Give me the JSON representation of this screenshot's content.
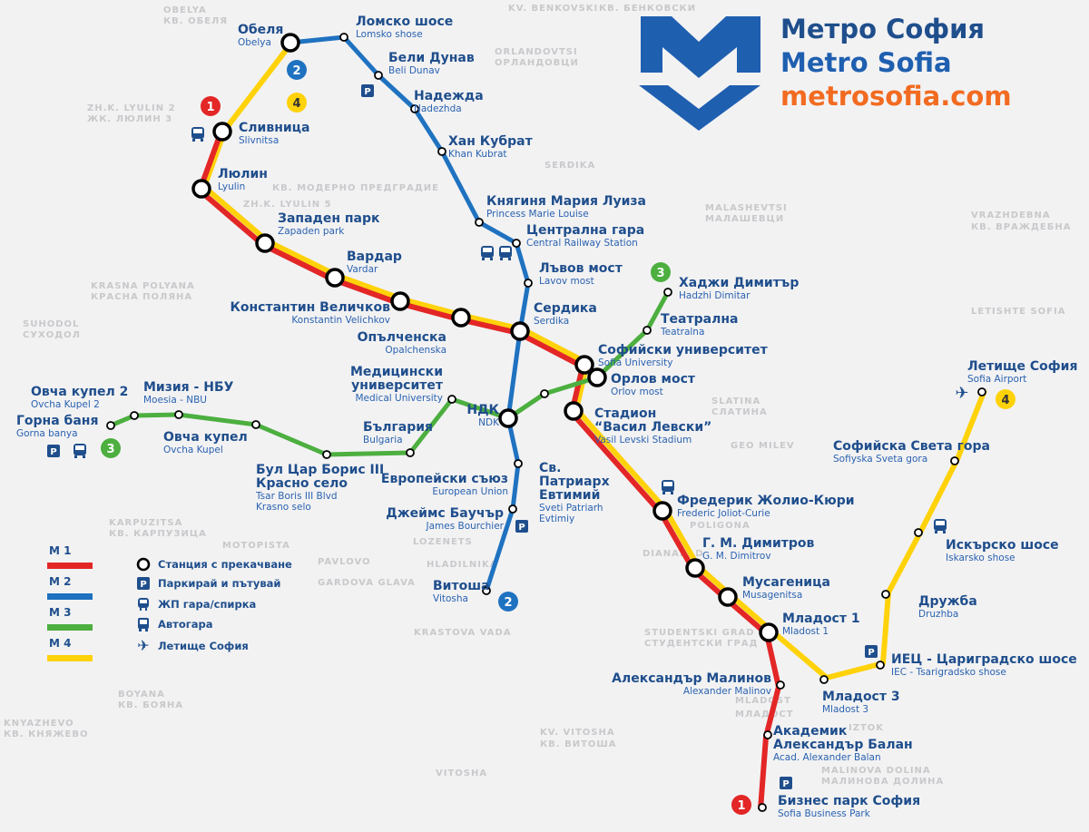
{
  "brand": {
    "title_bg": "Метро София",
    "title_en": "Metro Sofia",
    "url": "metrosofia.com",
    "colors": {
      "blue": "#1f5fb0",
      "navy": "#1f4e8c",
      "orange": "#f26b21"
    }
  },
  "lines": [
    {
      "id": "M1",
      "label": "M 1",
      "color": "#e32626"
    },
    {
      "id": "M2",
      "label": "M 2",
      "color": "#1f72c0"
    },
    {
      "id": "M3",
      "label": "M 3",
      "color": "#4caf3f"
    },
    {
      "id": "M4",
      "label": "M 4",
      "color": "#ffd20a"
    }
  ],
  "legend": {
    "transfer": "Станция с прекачване",
    "park_ride": "Паркирай и пътувай",
    "rail": "ЖП гара/спирка",
    "bus": "Автогара",
    "airport": "Летище София"
  },
  "badges": [
    "1",
    "2",
    "4",
    "3",
    "3",
    "4",
    "2",
    "1"
  ],
  "stations": [
    {
      "id": "obelya",
      "bg": "Обеля",
      "en": "Obelya"
    },
    {
      "id": "lomsko",
      "bg": "Ломско шосе",
      "en": "Lomsko shose"
    },
    {
      "id": "belidunav",
      "bg": "Бели Дунав",
      "en": "Beli Dunav"
    },
    {
      "id": "nadezhda",
      "bg": "Надежда",
      "en": "Nadezhda"
    },
    {
      "id": "khankubrat",
      "bg": "Хан Кубрат",
      "en": "Khan Kubrat"
    },
    {
      "id": "marieluise",
      "bg": "Княгиня Мария Луиза",
      "en": "Princess Marie Louise"
    },
    {
      "id": "central",
      "bg": "Централна гара",
      "en": "Central Railway Station"
    },
    {
      "id": "lavov",
      "bg": "Лъвов мост",
      "en": "Lavov most"
    },
    {
      "id": "serdika",
      "bg": "Сердика",
      "en": "Serdika"
    },
    {
      "id": "ndk",
      "bg": "НДК",
      "en": "NDK"
    },
    {
      "id": "eu",
      "bg": "Европейски съюз",
      "en": "European Union"
    },
    {
      "id": "bourchier",
      "bg": "Джеймс Баучър",
      "en": "James Bourchier"
    },
    {
      "id": "vitosha",
      "bg": "Витоша",
      "en": "Vitosha"
    },
    {
      "id": "slivnitsa",
      "bg": "Сливница",
      "en": "Slivnitsa"
    },
    {
      "id": "lyulin",
      "bg": "Люлин",
      "en": "Lyulin"
    },
    {
      "id": "zapaden",
      "bg": "Западен парк",
      "en": "Zapaden park"
    },
    {
      "id": "vardar",
      "bg": "Вардар",
      "en": "Vardar"
    },
    {
      "id": "velichkov",
      "bg": "Константин Величков",
      "en": "Konstantin Velichkov"
    },
    {
      "id": "opalchenska",
      "bg": "Опълченска",
      "en": "Opalchenska"
    },
    {
      "id": "university",
      "bg": "Софийски университет",
      "en": "Sofia University"
    },
    {
      "id": "stadion",
      "bg": "Стадион",
      "bg2": "“Васил Левски”",
      "en": "Vasil Levski Stadium"
    },
    {
      "id": "joliot",
      "bg": "Фредерик Жолио-Кюри",
      "en": "Frederic Joliot-Curie"
    },
    {
      "id": "gmdimitrov",
      "bg": "Г. М. Димитров",
      "en": "G. M. Dimitrov"
    },
    {
      "id": "musagenitsa",
      "bg": "Мусагеница",
      "en": "Musagenitsa"
    },
    {
      "id": "mladost1",
      "bg": "Младост 1",
      "en": "Mladost 1"
    },
    {
      "id": "malinov",
      "bg": "Александър Малинов",
      "en": "Alexander Malinov"
    },
    {
      "id": "balan",
      "bg": "Академик",
      "bg2": "Александър Балан",
      "en": "Acad. Alexander Balan"
    },
    {
      "id": "bizpark",
      "bg": "Бизнес парк София",
      "en": "Sofia Business Park"
    },
    {
      "id": "mladost3",
      "bg": "Младост 3",
      "en": "Mladost 3"
    },
    {
      "id": "iec",
      "bg": "ИЕЦ - Цариградско шосе",
      "en": "IEC - Tsarigradsko shose"
    },
    {
      "id": "druzhba",
      "bg": "Дружба",
      "en": "Druzhba"
    },
    {
      "id": "iskarsko",
      "bg": "Искърско шосе",
      "en": "Iskarsko shose"
    },
    {
      "id": "svetagora",
      "bg": "Софийска Света гора",
      "en": "Sofiyska Sveta gora"
    },
    {
      "id": "airport",
      "bg": "Летище София",
      "en": "Sofia Airport"
    },
    {
      "id": "gornabanya",
      "bg": "Горна баня",
      "en": "Gorna banya"
    },
    {
      "id": "ovchakupel2",
      "bg": "Овча купел 2",
      "en": "Ovcha Kupel 2"
    },
    {
      "id": "moesia",
      "bg": "Мизия - НБУ",
      "en": "Moesia - NBU"
    },
    {
      "id": "ovchakupel",
      "bg": "Овча купел",
      "en": "Ovcha Kupel"
    },
    {
      "id": "borisiii",
      "bg": "Бул Цар Борис III",
      "bg2": "Красно село",
      "en": "Tsar Boris III Blvd",
      "en2": "Krasno selo"
    },
    {
      "id": "bulgaria",
      "bg": "България",
      "en": "Bulgaria"
    },
    {
      "id": "meduni",
      "bg": "Медицински",
      "bg2": "университет",
      "en": "Medical University"
    },
    {
      "id": "evtimiy",
      "bg": "Св.",
      "bg2": "Патриарх",
      "bg3": "Евтимий",
      "en": "Sveti Patriarh",
      "en2": "Evtimiy"
    },
    {
      "id": "orlov",
      "bg": "Орлов мост",
      "en": "Orlov most"
    },
    {
      "id": "teatralna",
      "bg": "Театрална",
      "en": "Teatralna"
    },
    {
      "id": "hadzhi",
      "bg": "Хаджи Димитър",
      "en": "Hadzhi Dimitar"
    }
  ],
  "districts": [
    "OBELYA",
    "КВ. ОБЕЛЯ",
    "ZH.K. LYULIN 2",
    "ЖК. ЛЮЛИН 3",
    "КВ. МОДЕРНО ПРЕДГРАДИЕ",
    "ORLANDOVTSI",
    "ОРЛАНДОВЦИ",
    "KV. BENKOVSKI",
    "КВ. БЕНКОВСКИ",
    "SERDIKA",
    "MALASHEVTSI",
    "МАЛАШЕВЦИ",
    "VRAZHDEBNA",
    "КВ. ВРАЖДЕБНА",
    "LETISHTE SOFIA",
    "SLATINA",
    "СЛАТИНА",
    "GEO MILEV",
    "KRASNA POLYANA",
    "КРАСНА ПОЛЯНА",
    "SUHODOL",
    "СУХОДОЛ",
    "KARPUZITSA",
    "КВ. КАРПУЗИЦА",
    "MOTOPISTA",
    "PAVLOVO",
    "GARDOVA GLAVA",
    "KNYAZHEVO",
    "КВ. КНЯЖЕВО",
    "BOYANA",
    "КВ. БОЯНА",
    "LOZENETS",
    "HLADILNIKA",
    "DIANABAD",
    "STUDENTSKI GRAD",
    "СТУДЕНТСКИ ГРАД",
    "MLADOST",
    "МЛАДОСТ",
    "IZTOK",
    "MALINOVA DOLINA",
    "МАЛИНОВА ДОЛИНА",
    "VITOSHA",
    "KV. VITOSHA",
    "КВ. ВИТОША",
    "POLIGONA",
    "KRASTOVA VADA",
    "ZH.K. LYULIN 5"
  ]
}
